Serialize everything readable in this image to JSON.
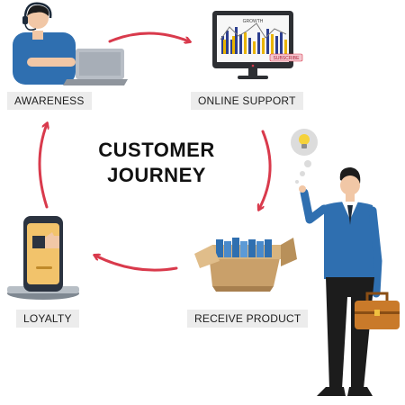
{
  "title": {
    "line1": "CUSTOMER",
    "line2": "JOURNEY"
  },
  "steps": [
    {
      "label": "AWARENESS"
    },
    {
      "label": "ONLINE SUPPORT"
    },
    {
      "label": "RECEIVE PRODUCT"
    },
    {
      "label": "LOYALTY"
    }
  ],
  "monitor": {
    "chart_title": "GROWTH",
    "button": "SUBSCRIBE"
  },
  "colors": {
    "arrow": "#d93a4c",
    "shirt": "#2f6fb0",
    "label_bg": "#ececec",
    "box": "#c9a06a"
  }
}
